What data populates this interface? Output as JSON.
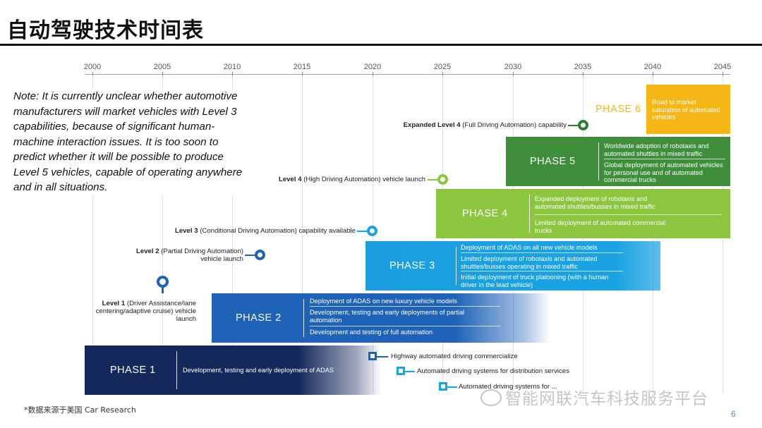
{
  "title": "自动驾驶技术时间表",
  "timeline": {
    "years": [
      "2000",
      "2005",
      "2010",
      "2015",
      "2020",
      "2025",
      "2030",
      "2035",
      "2040",
      "2045"
    ]
  },
  "note": "Note: It is currently unclear whether automotive manufacturers will market vehicles with Level 3 capabilities, because of significant human-machine interaction issues. It is too soon to predict whether it will be possible to produce Level 5 vehicles, capable of operating anywhere and in all situations.",
  "phases": {
    "p1": {
      "name": "PHASE 1",
      "items": [
        "Development, testing and early deployment of ADAS"
      ]
    },
    "p2": {
      "name": "PHASE 2",
      "items": [
        "Deployment of ADAS on new luxury vehicle models",
        "Development, testing and early deployments of partial automation",
        "Development and testing of full automation"
      ]
    },
    "p3": {
      "name": "PHASE 3",
      "items": [
        "Deployment of ADAS on all new vehicle models",
        "Limited deployment of robotaxis and automated shuttles/busses operating in mixed traffic",
        "Initial deployment of truck platooning (with a human driver in the lead vehicle)"
      ]
    },
    "p4": {
      "name": "PHASE 4",
      "items": [
        "Expanded deployment of robotaxis and automated shuttles/busses in mixed traffic",
        "Limited deployment of automated commercial trucks"
      ]
    },
    "p5": {
      "name": "PHASE 5",
      "items": [
        "Worldwide adoption of robotaxis and automated shuttles in mixed traffic",
        "Global deployment of automated vehicles for personal use and of automated commercial trucks"
      ]
    },
    "p6": {
      "name": "PHASE 6",
      "items": [
        "Road to market saturation of automated vehicles"
      ]
    }
  },
  "levels": {
    "l1": {
      "bold": "Level 1",
      "rest": " (Driver Assistance/lane centering/adaptive cruise) vehicle launch"
    },
    "l2": {
      "bold": "Level 2",
      "rest": " (Partial Driving Automation) vehicle launch"
    },
    "l3": {
      "bold": "Level 3",
      "rest": " (Conditional Driving Automation) capability available"
    },
    "l4": {
      "bold": "Level 4",
      "rest": " (High Driving Automation) vehicle launch"
    },
    "l4e": {
      "bold": "Expanded Level 4",
      "rest": " (Full Driving Automation) capability"
    }
  },
  "deployments": [
    "Highway automated driving commercialize",
    "Automated driving systems for distribution services",
    "Automated driving systems for ..."
  ],
  "footer": {
    "source": "*数据来源于美国 Car Research",
    "page": "6",
    "watermark": "智能网联汽车科技服务平台"
  },
  "colors": {
    "phase1": "#14285c",
    "phase2": "#1f63b8",
    "phase3": "#1aa3e3",
    "phase4": "#8cc63f",
    "phase5": "#3e8e3b",
    "phase6": "#f6b716"
  }
}
